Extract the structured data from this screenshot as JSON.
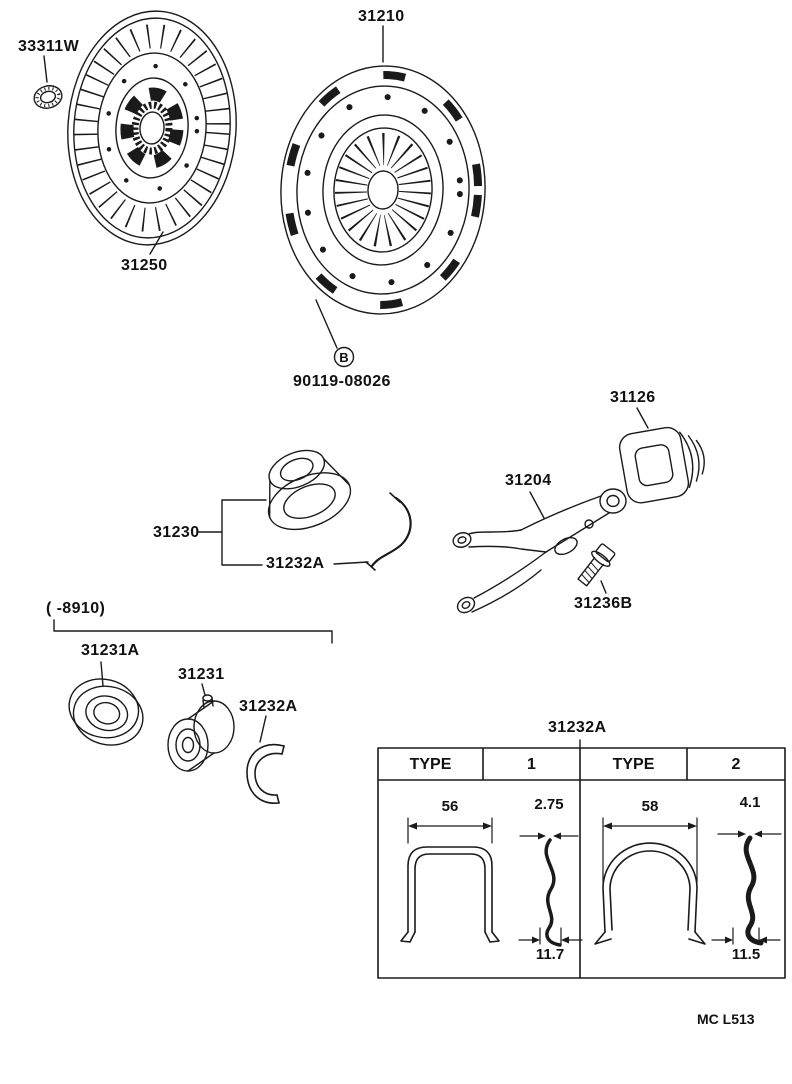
{
  "doc": {
    "footer_code": "MC L513"
  },
  "callouts": {
    "seal": "33311W",
    "disc": "31250",
    "cover": "31210",
    "bolt_letter": "B",
    "bolt_part": "90119-08026",
    "boot": "31126",
    "fork": "31204",
    "release_bearing": "31230",
    "bearing_clip": "31232A",
    "fork_pivot_bolt": "31236B",
    "production_range": "( -8910)",
    "hub_bearing": "31231A",
    "hub": "31231",
    "hub_clip": "31232A"
  },
  "table": {
    "title": "31232A",
    "columns": [
      {
        "header": "TYPE",
        "value": "1"
      },
      {
        "header": "TYPE",
        "value": "2"
      }
    ],
    "types": [
      {
        "width": "56",
        "thickness": "2.75",
        "depth": "11.7"
      },
      {
        "width": "58",
        "thickness": "4.1",
        "depth": "11.5"
      }
    ]
  }
}
